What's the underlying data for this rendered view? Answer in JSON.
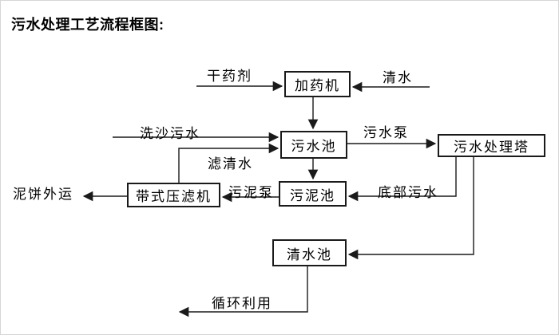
{
  "title": "污水处理工艺流程框图:",
  "diagram": {
    "nodes": [
      {
        "id": "dosing-machine",
        "label": "加药机"
      },
      {
        "id": "sewage-pool",
        "label": "污水池"
      },
      {
        "id": "sewage-treatment-tower",
        "label": "污水处理塔"
      },
      {
        "id": "belt-filter-press",
        "label": "带式压滤机"
      },
      {
        "id": "sludge-pool",
        "label": "污泥池"
      },
      {
        "id": "clear-water-pool",
        "label": "清水池"
      }
    ],
    "flow_labels": [
      {
        "id": "dry-chemical",
        "text": "干药剂"
      },
      {
        "id": "clear-water",
        "text": "清水"
      },
      {
        "id": "sand-washing-sewage",
        "text": "洗沙污水"
      },
      {
        "id": "sewage-pump",
        "text": "污水泵"
      },
      {
        "id": "filtered-water",
        "text": "滤清水"
      },
      {
        "id": "sludge-pump",
        "text": "污泥泵"
      },
      {
        "id": "bottom-sewage",
        "text": "底部污水"
      },
      {
        "id": "mud-cake-outbound",
        "text": "泥饼外运"
      },
      {
        "id": "recycling",
        "text": "循环利用"
      }
    ],
    "colors": {
      "line": "#1a1a1a",
      "box_border": "#1a1a1a",
      "box_fill": "#ffffff",
      "text": "#000000",
      "background": "#ffffff"
    }
  }
}
